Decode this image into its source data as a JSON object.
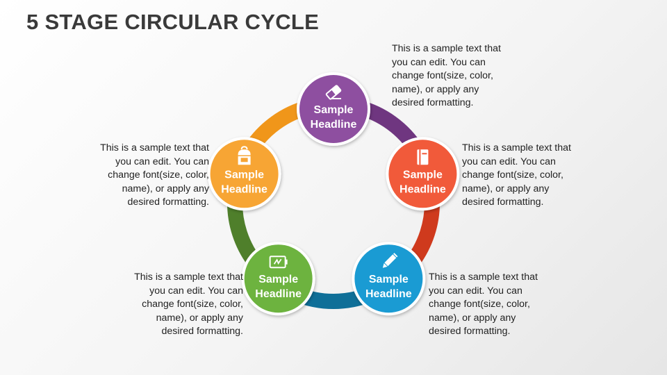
{
  "title": "5 STAGE CIRCULAR CYCLE",
  "stages": [
    {
      "headline_line1": "Sample",
      "headline_line2": "Headline",
      "icon": "eraser-icon",
      "color": "#8e4fa0",
      "arrow_color": "#6f3680",
      "text": [
        "This is a sample text that",
        "you can edit. You can",
        "change font(size, color,",
        "name), or apply any",
        "desired formatting."
      ]
    },
    {
      "headline_line1": "Sample",
      "headline_line2": "Headline",
      "icon": "book-icon",
      "color": "#f15a3a",
      "arrow_color": "#cf3a1d",
      "text": [
        "This is a sample text that",
        "you can edit. You can",
        "change font(size, color,",
        "name), or apply any",
        "desired formatting."
      ]
    },
    {
      "headline_line1": "Sample",
      "headline_line2": "Headline",
      "icon": "pencil-icon",
      "color": "#1a9bd3",
      "arrow_color": "#0f6f98",
      "text": [
        "This is a sample text that",
        "you can edit. You can",
        "change font(size, color,",
        "name), or apply any",
        "desired formatting."
      ]
    },
    {
      "headline_line1": "Sample",
      "headline_line2": "Headline",
      "icon": "battery-icon",
      "color": "#6db33f",
      "arrow_color": "#4f7f2b",
      "text": [
        "This is a sample text that",
        "you can edit. You can",
        "change font(size, color,",
        "name), or apply any",
        "desired formatting."
      ]
    },
    {
      "headline_line1": "Sample",
      "headline_line2": "Headline",
      "icon": "backpack-icon",
      "color": "#f7a534",
      "arrow_color": "#f0961a",
      "text": [
        "This is a sample text that",
        "you can edit. You can",
        "change font(size, color,",
        "name), or apply any",
        "desired formatting."
      ]
    }
  ]
}
